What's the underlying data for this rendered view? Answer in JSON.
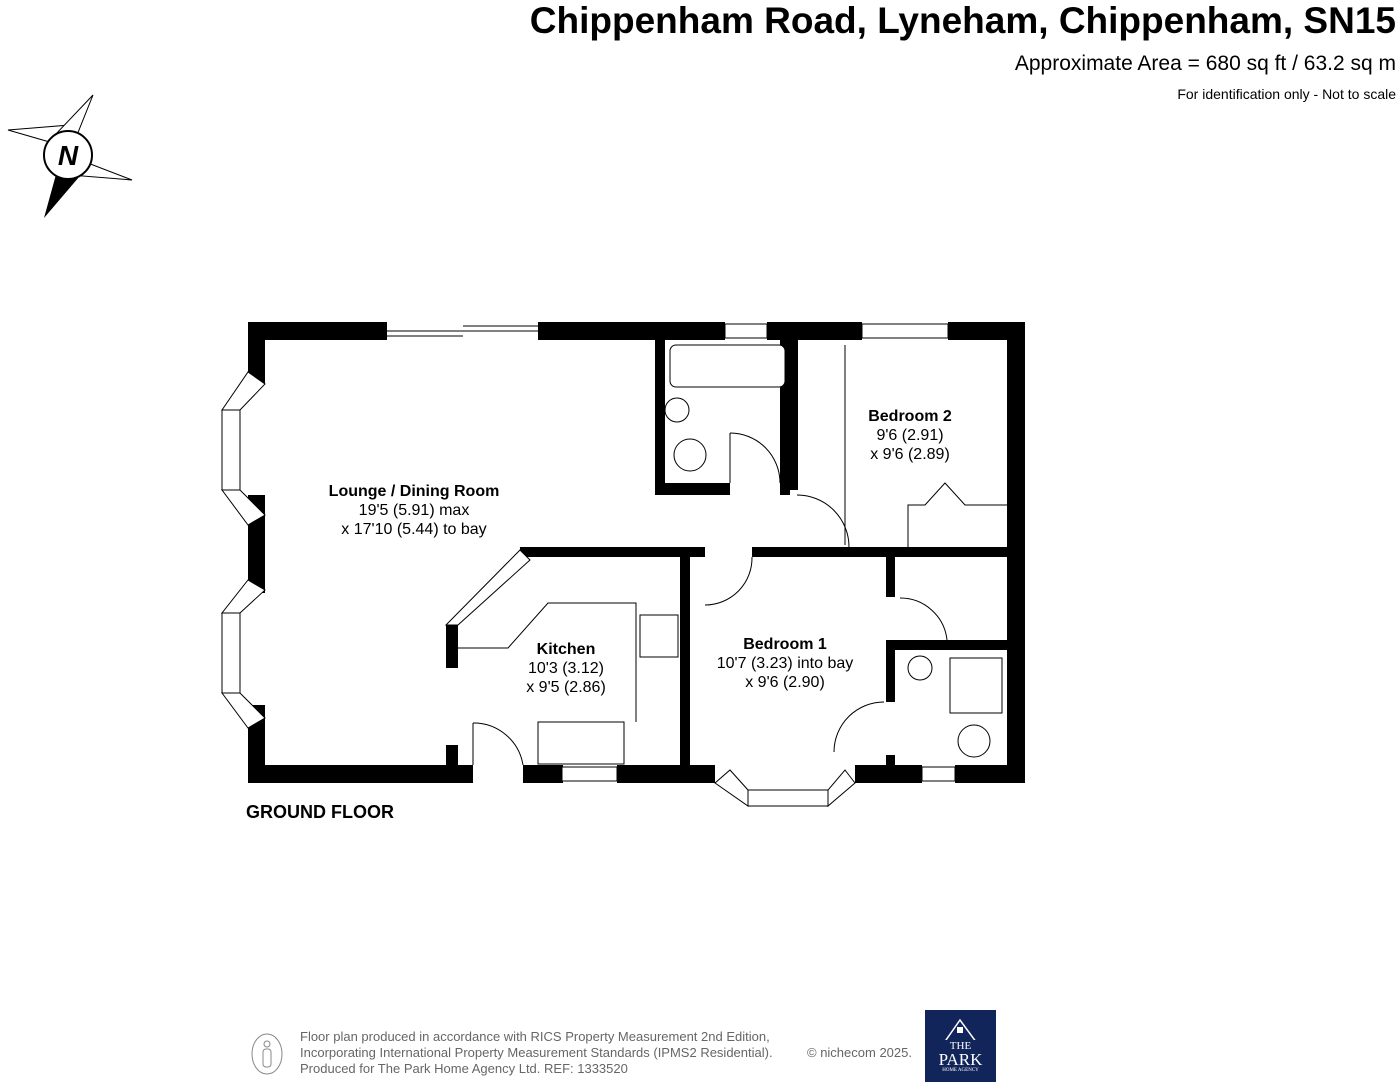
{
  "header": {
    "title": "Chippenham Road, Lyneham, Chippenham, SN15",
    "area": "Approximate Area = 680 sq ft / 63.2 sq m",
    "note": "For identification only - Not to scale"
  },
  "compass": {
    "label": "N"
  },
  "floor_label": "GROUND FLOOR",
  "rooms": [
    {
      "name": "Lounge / Dining Room",
      "dim1": "19'5 (5.91) max",
      "dim2": "x 17'10 (5.44) to bay"
    },
    {
      "name": "Bedroom 2",
      "dim1": "9'6 (2.91)",
      "dim2": "x 9'6 (2.89)"
    },
    {
      "name": "Kitchen",
      "dim1": "10'3 (3.12)",
      "dim2": "x 9'5 (2.86)"
    },
    {
      "name": "Bedroom 1",
      "dim1": "10'7 (3.23) into bay",
      "dim2": "x 9'6 (2.90)"
    }
  ],
  "footer": {
    "line1": "Floor plan produced in accordance with RICS Property Measurement 2nd Edition,",
    "line2": "Incorporating International Property Measurement Standards (IPMS2 Residential).",
    "line3": "Produced for The Park Home Agency Ltd.   REF:  1333520",
    "copyright": "© nichecom 2025."
  },
  "logo": {
    "line1": "THE",
    "line2": "PARK",
    "line3": "HOME AGENCY",
    "color": "#12255a"
  }
}
